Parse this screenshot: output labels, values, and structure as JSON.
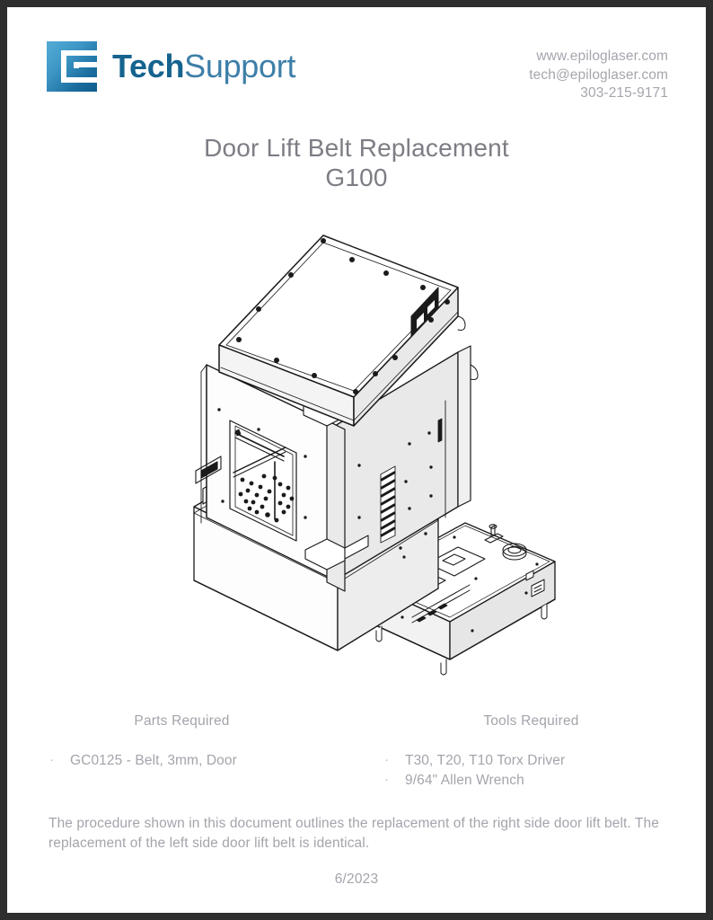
{
  "header": {
    "logo_icon": "epilog-e-logo-icon",
    "wordmark_bold": "Tech",
    "wordmark_light": "Support",
    "contact": {
      "website": "www.epiloglaser.com",
      "email": "tech@epiloglaser.com",
      "phone": "303-215-9171"
    }
  },
  "title": {
    "heading": "Door Lift Belt Replacement",
    "model": "G100"
  },
  "illustration": {
    "alt": "Isometric line drawing of Epilog G100 Galvo laser system with door open and control console"
  },
  "requirements": {
    "parts": {
      "heading": "Parts Required",
      "items": [
        {
          "bullet": "·",
          "text": "GC0125 - Belt, 3mm, Door"
        }
      ]
    },
    "tools": {
      "heading": "Tools Required",
      "items": [
        {
          "bullet": "·",
          "text": "T30, T20, T10 Torx Driver"
        },
        {
          "bullet": "·",
          "text": "9/64\" Allen Wrench"
        }
      ]
    }
  },
  "note": "The procedure shown in this document outlines the replacement of the right side door lift belt. The replacement of the left side door lift belt is identical.",
  "footer": {
    "date": "6/2023"
  },
  "colors": {
    "logo_light_blue": "#55add6",
    "logo_dark_blue": "#0e5c8c",
    "wordmark_bold": "#15638f",
    "wordmark_light": "#3d7fa8",
    "body_text": "#a4a4ac",
    "title_text": "#7d7d85",
    "page_background": "#ffffff",
    "frame": "#2e2e2e",
    "drawing_line": "#1a1a1a",
    "drawing_fill_light": "#ffffff",
    "drawing_fill_shade": "#e8e8e8"
  }
}
